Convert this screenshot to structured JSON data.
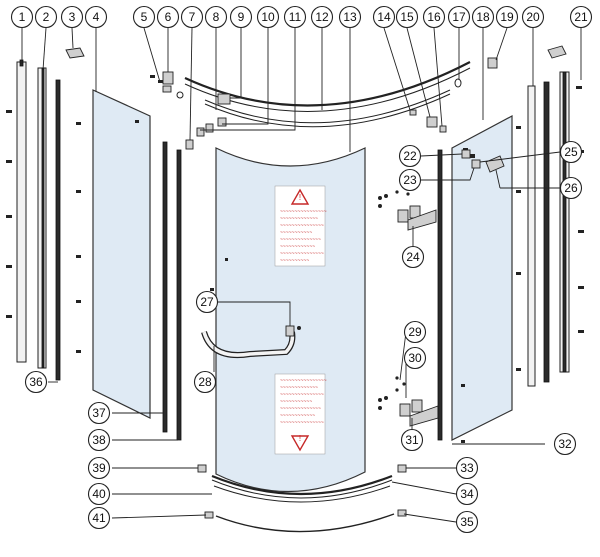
{
  "callouts": [
    "1",
    "2",
    "3",
    "4",
    "5",
    "6",
    "7",
    "8",
    "9",
    "10",
    "11",
    "12",
    "13",
    "14",
    "15",
    "16",
    "17",
    "18",
    "19",
    "20",
    "21",
    "22",
    "23",
    "24",
    "25",
    "26",
    "27",
    "28",
    "29",
    "30",
    "31",
    "32",
    "33",
    "34",
    "35",
    "36",
    "37",
    "38",
    "39",
    "40",
    "41"
  ],
  "warning_label": {
    "symbol": "!",
    "lines": [
      "~~~~~~~~~~~~~~~~",
      "~~~~~~~~~~~~~",
      "~~~~~~~~~~~~~~~",
      "~~~~~~~~~~~",
      "~~~~~~~~~~~~~~",
      "~~~~~~~~~~~~",
      "~~~~~~~~~~~~~~~",
      "~~~~~~~~~~"
    ]
  },
  "colors": {
    "glass": "#dfeaf4",
    "warning": "#c62828",
    "line": "#222222"
  }
}
